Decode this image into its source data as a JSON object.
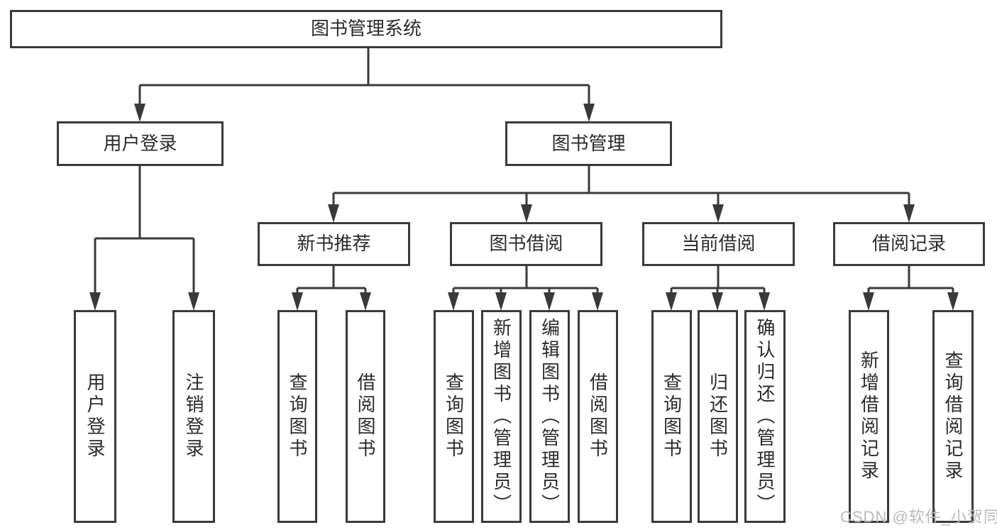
{
  "colors": {
    "line": "#3a3a3a",
    "border": "#3a3a3a",
    "text": "#2b2b2b",
    "background": "#ffffff",
    "watermark": "#b9b9b9"
  },
  "tree": {
    "root_label": "图书管理系统",
    "user_branch": {
      "label": "用户登录",
      "children": [
        "用户登录",
        "注销登录"
      ]
    },
    "book_branch": {
      "label": "图书管理",
      "sections": [
        {
          "label": "新书推荐",
          "children": [
            "查询图书",
            "借阅图书"
          ]
        },
        {
          "label": "图书借阅",
          "children": [
            "查询图书",
            "新增图书（管理员）",
            "编辑图书（管理员）",
            "借阅图书"
          ]
        },
        {
          "label": "当前借阅",
          "children": [
            "查询图书",
            "归还图书",
            "确认归还（管理员）"
          ]
        },
        {
          "label": "借阅记录",
          "children": [
            "新增借阅记录",
            "查询借阅记录"
          ]
        }
      ]
    }
  },
  "watermark": "CSDN @软件_小贺同学"
}
